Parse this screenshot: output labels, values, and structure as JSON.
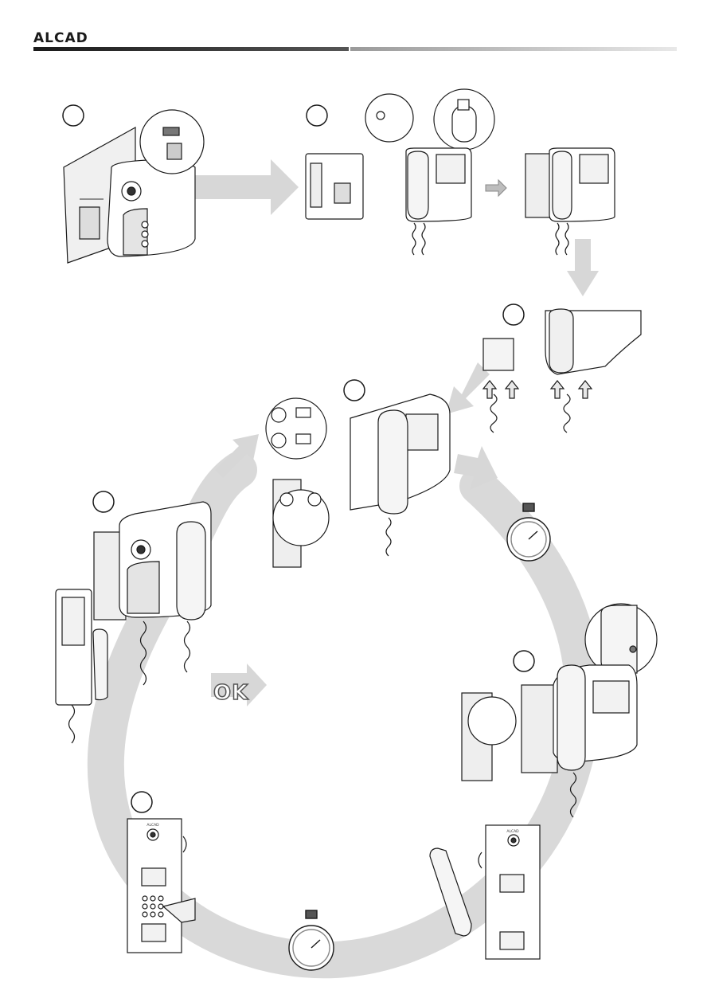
{
  "header": {
    "brand": "ALCAD"
  },
  "panel_brand": "ALCAD",
  "ok_label": "OK",
  "colors": {
    "flow_arrow": "#d7d7d7",
    "line": "#1a1a1a",
    "header_rule": "#2a2a2a"
  }
}
